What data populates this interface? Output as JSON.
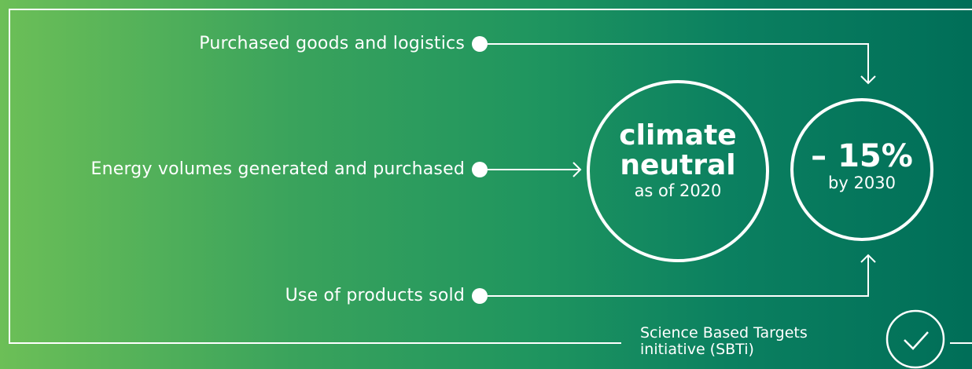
{
  "sources": {
    "purchased_goods": "Purchased goods and logistics",
    "energy": "Energy volumes generated and purchased",
    "use_of_products": "Use of products sold"
  },
  "climate_neutral": {
    "line1": "climate",
    "line2": "neutral",
    "line3": "as of 2020"
  },
  "reduction_target": {
    "value": "– 15%",
    "caption": "by 2030"
  },
  "sbti": {
    "line1": "Science Based Targets",
    "line2": "initiative (SBTi)"
  },
  "colors": {
    "line": "#ffffff",
    "gradient_start": "#6cbf57",
    "gradient_end": "#006e58"
  }
}
